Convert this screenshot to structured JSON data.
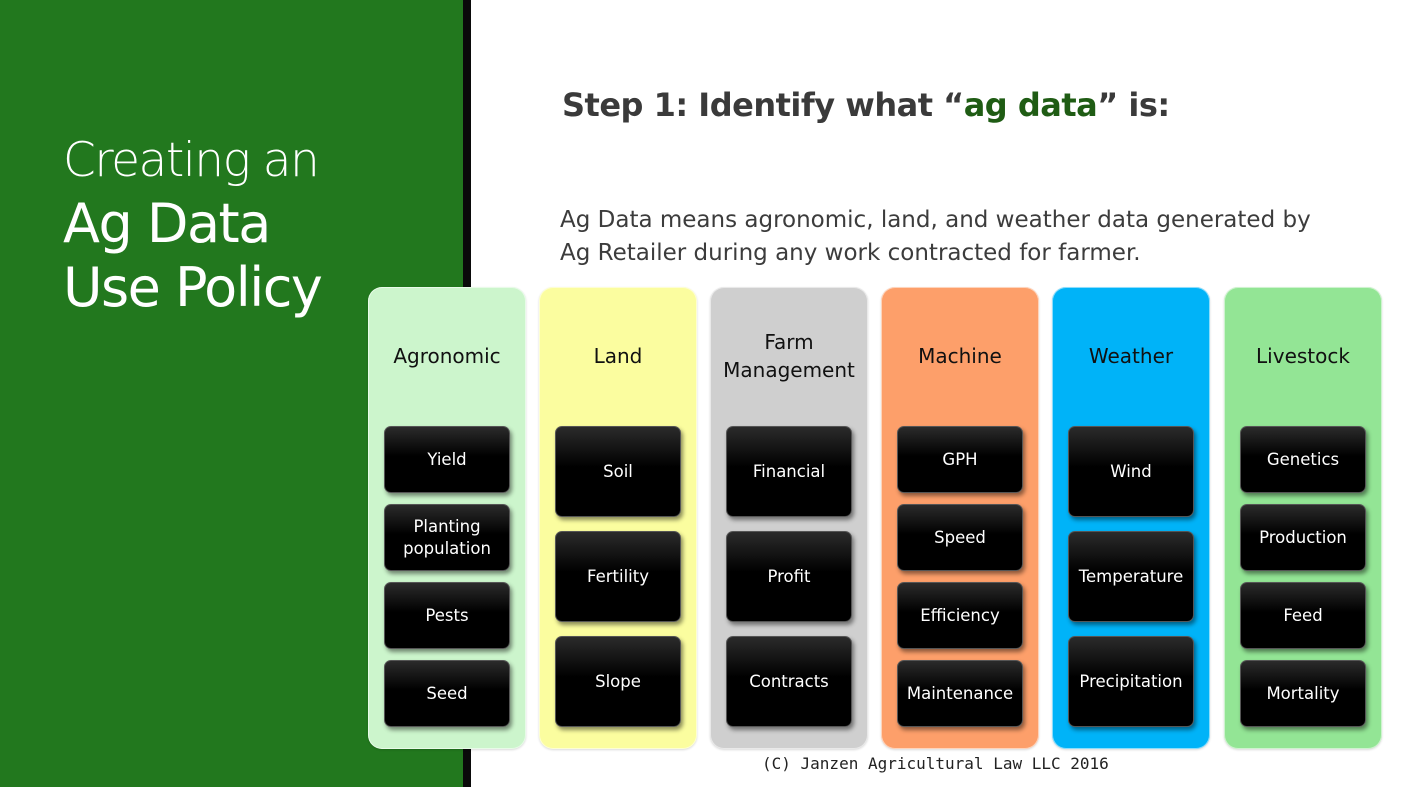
{
  "slide": {
    "title": {
      "line1": "Creating an",
      "line2": "Ag Data",
      "line3": "Use Policy"
    },
    "heading": {
      "prefix": "Step 1: Identify what “",
      "accent": "ag data",
      "suffix": "” is:"
    },
    "definition": "Ag Data means agronomic, land, and weather data generated by Ag Retailer during any work contracted for farmer.",
    "footer": "(C) Janzen Agricultural Law LLC 2016",
    "colors": {
      "sidebar": "#22781e",
      "accent": "#1f5c14",
      "agronomic": "#ccf5cc",
      "land": "#fbfd9f",
      "farm_management": "#cfcfcf",
      "machine": "#fd9f6a",
      "weather": "#00b3f8",
      "livestock": "#93e595"
    }
  },
  "categories": [
    {
      "header": "Agronomic",
      "items": [
        "Yield",
        "Planting population",
        "Pests",
        "Seed"
      ]
    },
    {
      "header": "Land",
      "items": [
        "Soil",
        "Fertility",
        "Slope"
      ]
    },
    {
      "header": "Farm Management",
      "items": [
        "Financial",
        "Profit",
        "Contracts"
      ]
    },
    {
      "header": "Machine",
      "items": [
        "GPH",
        "Speed",
        "Efficiency",
        "Maintenance"
      ]
    },
    {
      "header": "Weather",
      "items": [
        "Wind",
        "Temperature",
        "Precipitation"
      ]
    },
    {
      "header": "Livestock",
      "items": [
        "Genetics",
        "Production",
        "Feed",
        "Mortality"
      ]
    }
  ]
}
